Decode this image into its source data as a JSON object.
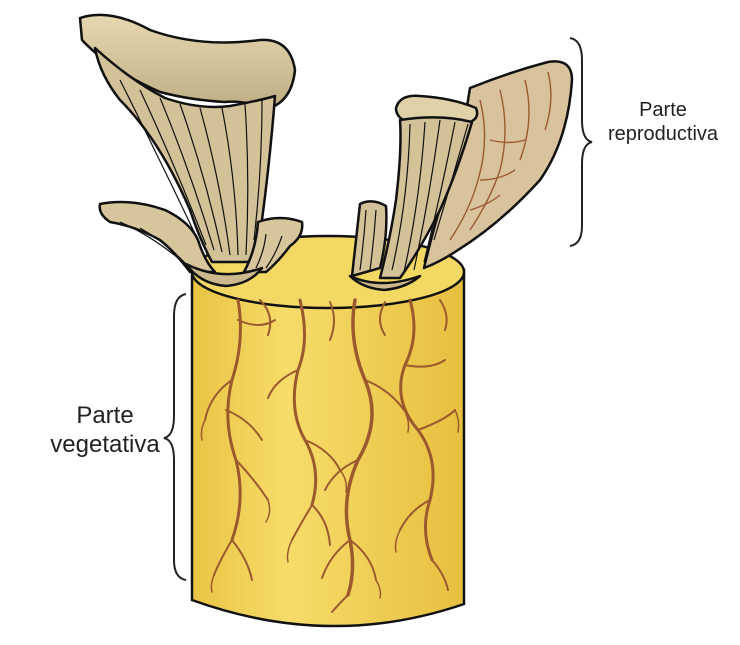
{
  "labels": {
    "reproductive": {
      "line1": "Parte",
      "line2": "reproductiva"
    },
    "vegetative": {
      "line1": "Parte",
      "line2": "vegetativa"
    }
  },
  "colors": {
    "substrate": "#f2d35c",
    "substrate_shade": "#e8c040",
    "mycelium": "#9b5a2e",
    "mushroom": "#d9c9a0",
    "mushroom_shade": "#b5a27a",
    "outline": "#111111"
  }
}
